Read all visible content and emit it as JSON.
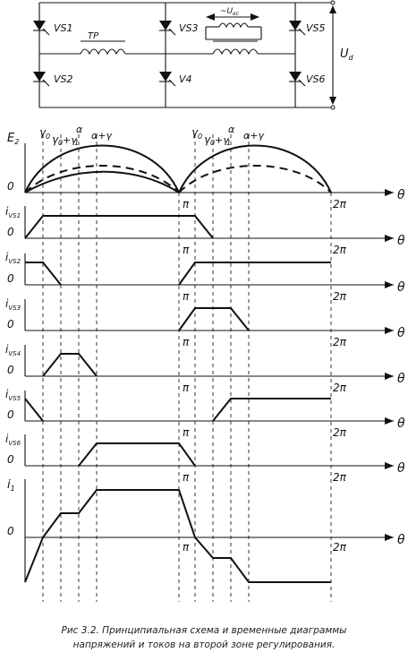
{
  "circuit": {
    "thyristors": [
      "VS1",
      "VS2",
      "VS3",
      "V4",
      "VS5",
      "VS6"
    ],
    "transformer_label": "TP",
    "load_label": "~U",
    "load_sub": "кс",
    "dc_label": "U",
    "dc_sub": "d"
  },
  "timeline": {
    "alpha_labels": [
      "γ",
      "0",
      "γ",
      "0",
      "+γ",
      "1",
      "α",
      "α+γ"
    ],
    "alpha_labels2": [
      "γ",
      "0",
      "γ",
      "0",
      "+γ",
      "1",
      "α",
      "α+γ"
    ]
  },
  "axes": {
    "zero": "0",
    "pi": "π",
    "two_pi": "2π",
    "theta": "θ"
  },
  "panels": [
    {
      "label": "E",
      "sub": "2"
    },
    {
      "label": "i",
      "sub": "VS1"
    },
    {
      "label": "i",
      "sub": "VS2"
    },
    {
      "label": "i",
      "sub": "VS3"
    },
    {
      "label": "i",
      "sub": "VS4"
    },
    {
      "label": "i",
      "sub": "VS5"
    },
    {
      "label": "i",
      "sub": "VS6"
    },
    {
      "label": "i",
      "sub": "1"
    }
  ],
  "caption": {
    "line1": "Рис 3.2. Принципиальная схема и временные диаграммы",
    "line2": "напряжений и токов на второй зоне регулирования."
  }
}
